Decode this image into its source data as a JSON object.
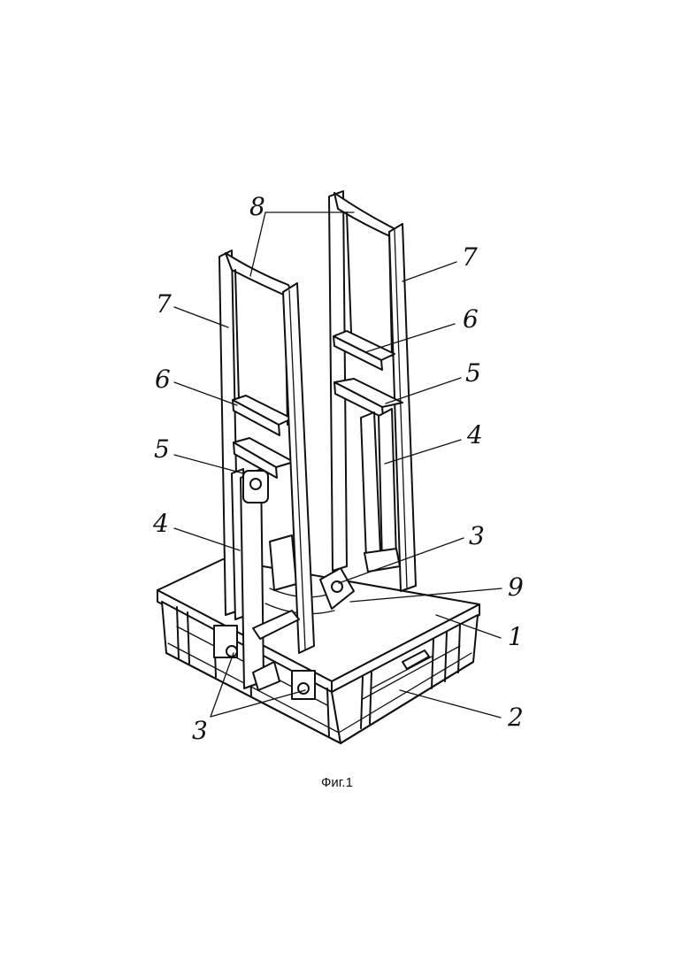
{
  "figure": {
    "caption": "Фиг.1",
    "labels": [
      {
        "id": "l8",
        "text": "8"
      },
      {
        "id": "l7a",
        "text": "7"
      },
      {
        "id": "l7b",
        "text": "7"
      },
      {
        "id": "l6a",
        "text": "6"
      },
      {
        "id": "l6b",
        "text": "6"
      },
      {
        "id": "l5a",
        "text": "5"
      },
      {
        "id": "l5b",
        "text": "5"
      },
      {
        "id": "l4a",
        "text": "4"
      },
      {
        "id": "l4b",
        "text": "4"
      },
      {
        "id": "l3a",
        "text": "3"
      },
      {
        "id": "l9",
        "text": "9"
      },
      {
        "id": "l1",
        "text": "1"
      },
      {
        "id": "l2",
        "text": "2"
      },
      {
        "id": "l3b",
        "text": "3"
      }
    ]
  }
}
